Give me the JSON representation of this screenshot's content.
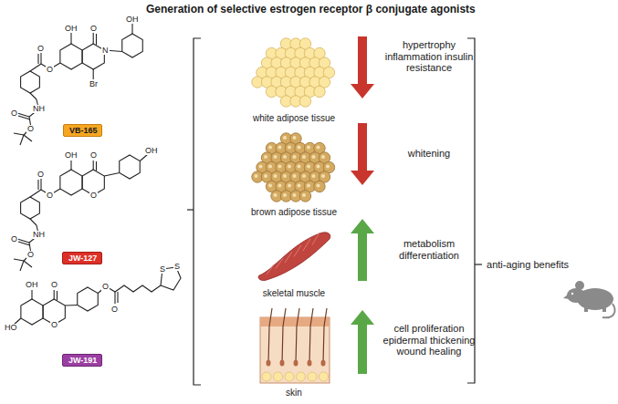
{
  "diagram": {
    "title": "Generation of selective estrogen receptor β conjugate agonists",
    "nodes": [
      {
        "text": [
          "VB-165"
        ]
      },
      {
        "text": [
          "JW-127"
        ]
      },
      {
        "text": [
          "JW-191"
        ]
      }
    ],
    "labels": [
      "OH",
      "O",
      "N",
      "OH",
      "Br",
      "O",
      "O",
      "NH",
      "O",
      "O",
      "OH",
      "O",
      "OH",
      "O",
      "O",
      "O",
      "NH",
      "O",
      "O",
      "OH",
      "O",
      "HO",
      "O",
      "O",
      "O",
      "S",
      "S",
      "white adipose tissue",
      "brown adipose tissue",
      "skeletal muscle",
      "skin",
      "hypertrophy inflammation insulin resistance",
      "whitening",
      "metabolism differentiation",
      "cell proliferation epidermal thickening wound healing",
      "anti-aging benefits"
    ]
  }
}
